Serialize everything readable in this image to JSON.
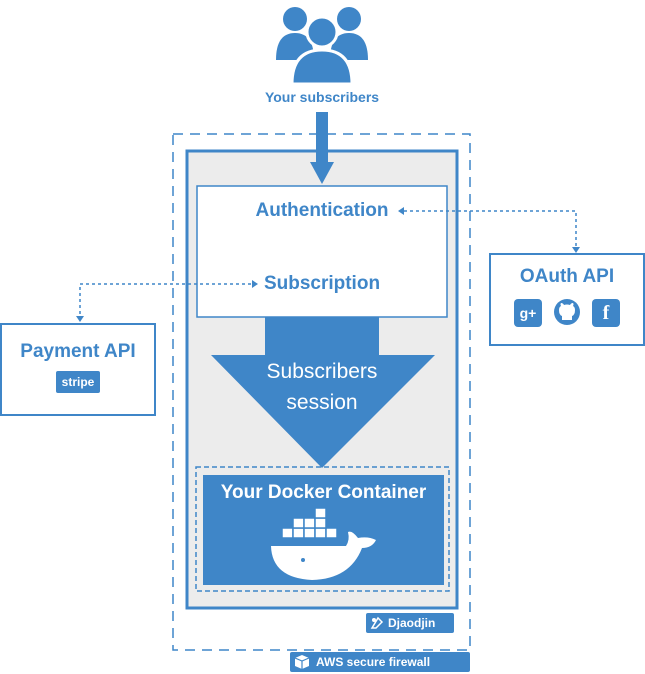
{
  "subscribers": {
    "label": "Your subscribers",
    "icon": "users-group-icon"
  },
  "auth_box": {
    "authentication": "Authentication",
    "subscription": "Subscription"
  },
  "session": {
    "line1": "Subscribers",
    "line2": "session"
  },
  "container": {
    "title": "Your Docker Container",
    "icon": "docker-whale-icon"
  },
  "payment_api": {
    "title": "Payment API",
    "provider": "stripe"
  },
  "oauth_api": {
    "title": "OAuth API",
    "providers": [
      "google-plus-icon",
      "github-icon",
      "facebook-icon"
    ]
  },
  "platform_badge": {
    "label": "Djaodjin"
  },
  "firewall_badge": {
    "label": "AWS secure firewall"
  },
  "colors": {
    "primary": "#3f86c8",
    "panel": "#ececec",
    "white": "#ffffff"
  }
}
